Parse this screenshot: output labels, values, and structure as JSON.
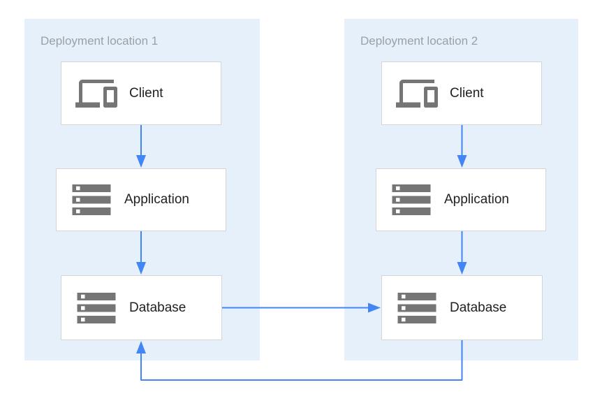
{
  "diagram": {
    "panels": [
      {
        "title": "Deployment location 1",
        "nodes": [
          {
            "label": "Client",
            "icon": "devices-icon"
          },
          {
            "label": "Application",
            "icon": "storage-icon"
          },
          {
            "label": "Database",
            "icon": "storage-icon"
          }
        ]
      },
      {
        "title": "Deployment location 2",
        "nodes": [
          {
            "label": "Client",
            "icon": "devices-icon"
          },
          {
            "label": "Application",
            "icon": "storage-icon"
          },
          {
            "label": "Database",
            "icon": "storage-icon"
          }
        ]
      }
    ],
    "flows": [
      "client-1-to-application-1",
      "application-1-to-database-1",
      "client-2-to-application-2",
      "application-2-to-database-2",
      "database-1-to-database-2",
      "database-2-to-database-1"
    ],
    "colors": {
      "panel_bg": "#E5F0FB",
      "box_bg": "#FFFFFF",
      "box_border": "#D5D5D5",
      "icon": "#757575",
      "arrow": "#4285F4",
      "title_text": "#9AA0A6",
      "label_text": "#212121"
    }
  }
}
